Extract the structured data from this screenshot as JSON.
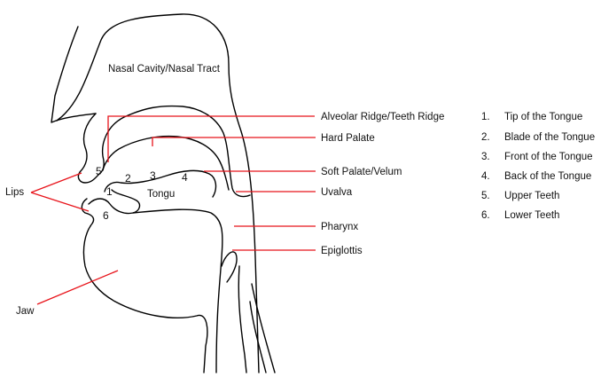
{
  "labels": {
    "nasal_cavity": "Nasal Cavity/Nasal Tract",
    "alveolar_ridge": "Alveolar Ridge/Teeth Ridge",
    "hard_palate": "Hard Palate",
    "soft_palate": "Soft Palate/Velum",
    "uvula": "Uvalva",
    "pharynx": "Pharynx",
    "epiglottis": "Epiglottis",
    "lips": "Lips",
    "jaw": "Jaw",
    "tongue": "Tongu"
  },
  "markers": [
    "1",
    "2",
    "3",
    "4",
    "5",
    "6"
  ],
  "legend": [
    {
      "num": "1.",
      "text": "Tip of the Tongue"
    },
    {
      "num": "2.",
      "text": "Blade of the Tongue"
    },
    {
      "num": "3.",
      "text": "Front of the Tongue"
    },
    {
      "num": "4.",
      "text": "Back of the Tongue"
    },
    {
      "num": "5.",
      "text": "Upper Teeth"
    },
    {
      "num": "6.",
      "text": "Lower Teeth"
    }
  ],
  "colors": {
    "outline": "#000000",
    "leader": "#e8141b"
  }
}
